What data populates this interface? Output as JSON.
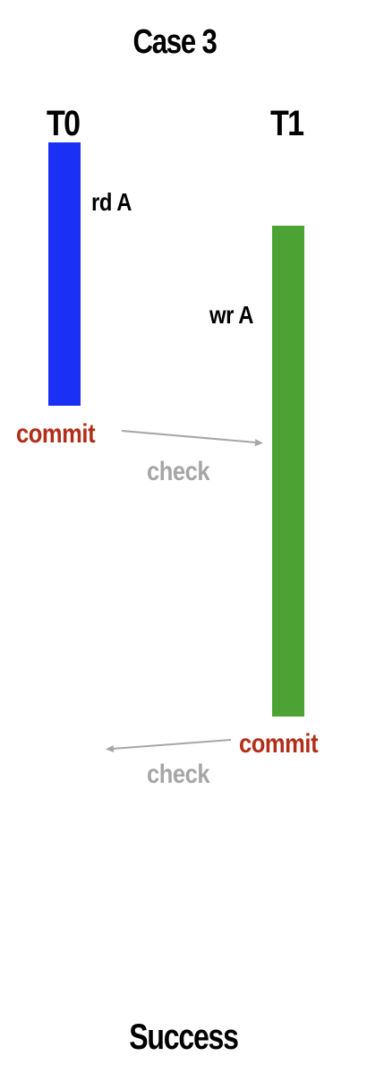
{
  "title": "Case 3",
  "transactions": [
    {
      "label": "T0",
      "operation": "rd A"
    },
    {
      "label": "T1",
      "operation": "wr A"
    }
  ],
  "events": [
    {
      "commit_label": "commit",
      "check_label": "check"
    },
    {
      "commit_label": "commit",
      "check_label": "check"
    }
  ],
  "result": "Success",
  "colors": {
    "t0_bar": "#1a30f5",
    "t1_bar": "#4ca232",
    "commit": "#b22e18",
    "check": "#a6a6a6",
    "arrow": "#a6a6a6",
    "text": "#000000"
  }
}
